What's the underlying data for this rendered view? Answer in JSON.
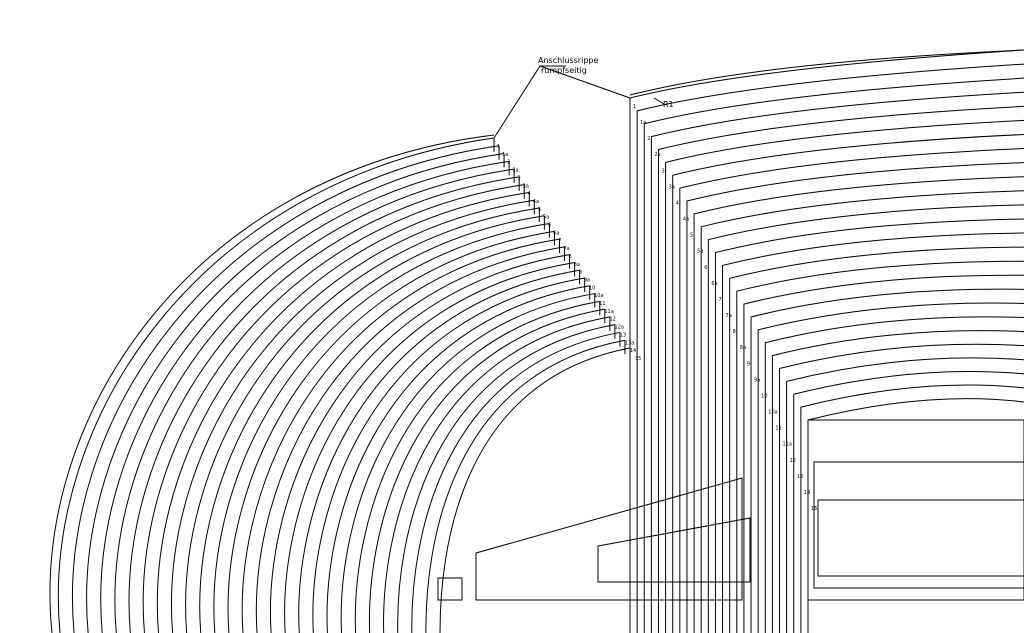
{
  "callout": {
    "line1": "Anschlussrippe",
    "line2": "rumpfseitig",
    "rib_ref": "R1"
  },
  "left_rib_labels": [
    "1",
    "1a",
    "2",
    "2a",
    "3",
    "3a",
    "4",
    "4a",
    "5",
    "5a",
    "6",
    "6a",
    "7",
    "7a",
    "8",
    "8a",
    "9",
    "9a",
    "10",
    "10a",
    "11",
    "11a",
    "12",
    "12a",
    "13",
    "13a",
    "14",
    "15"
  ],
  "right_rib_labels": [
    "1",
    "1a",
    "2",
    "2a",
    "3",
    "3a",
    "4",
    "4a",
    "5",
    "5a",
    "6",
    "6a",
    "7",
    "7a",
    "8",
    "8a",
    "9",
    "9a",
    "10",
    "10a",
    "11",
    "11a",
    "12",
    "13",
    "14",
    "15"
  ]
}
